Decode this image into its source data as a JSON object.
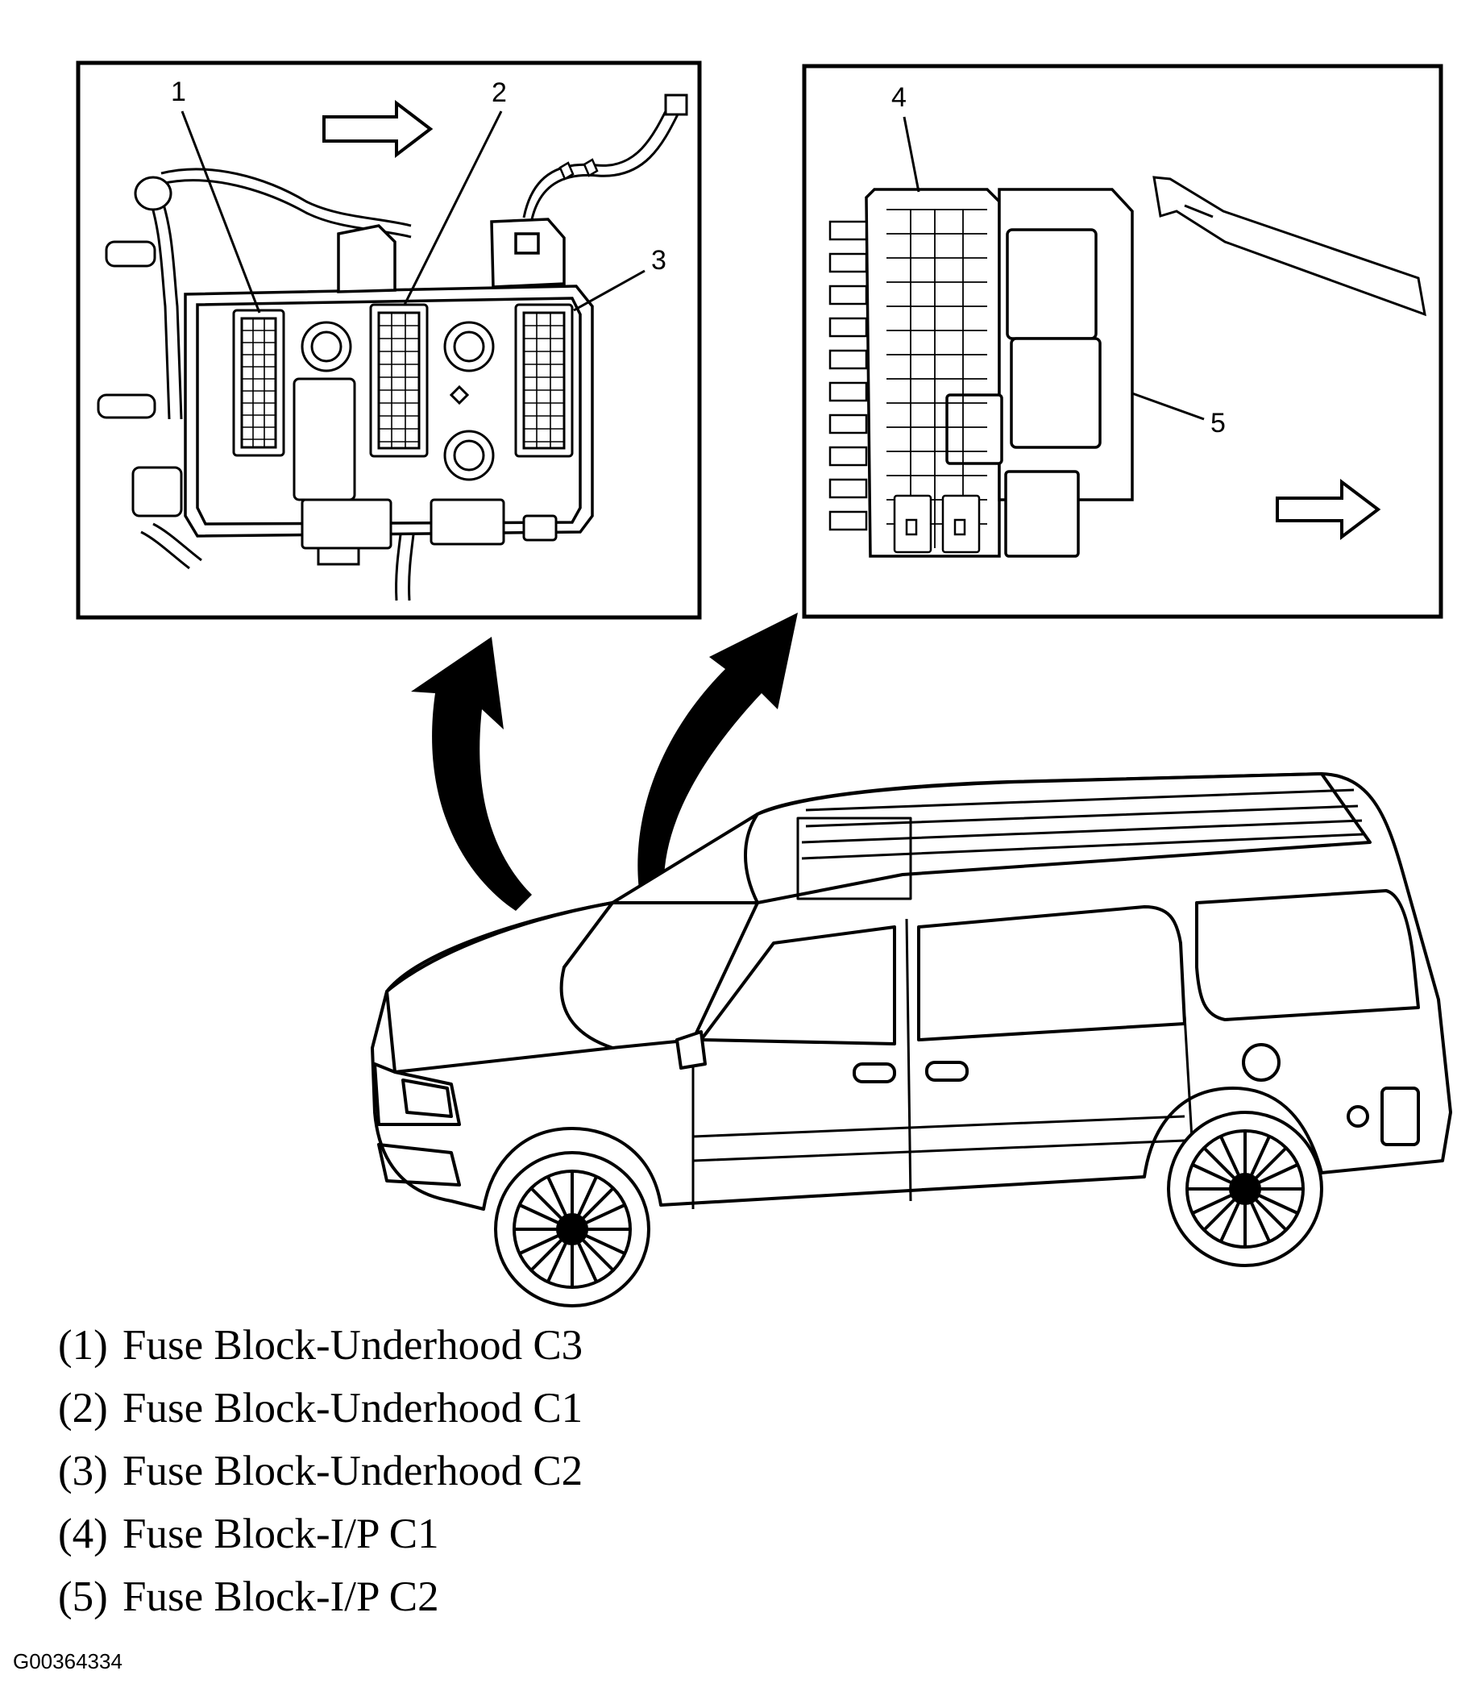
{
  "callouts": [
    "1",
    "2",
    "3",
    "4",
    "5"
  ],
  "legend": [
    {
      "num": "(1)",
      "label": "Fuse Block-Underhood C3"
    },
    {
      "num": "(2)",
      "label": "Fuse Block-Underhood C1"
    },
    {
      "num": "(3)",
      "label": "Fuse Block-Underhood C2"
    },
    {
      "num": "(4)",
      "label": "Fuse Block-I/P C1"
    },
    {
      "num": "(5)",
      "label": "Fuse Block-I/P C2"
    }
  ],
  "figure_id": "G00364334",
  "icons": [
    "arrow-right-icon",
    "curved-arrow-icon"
  ]
}
